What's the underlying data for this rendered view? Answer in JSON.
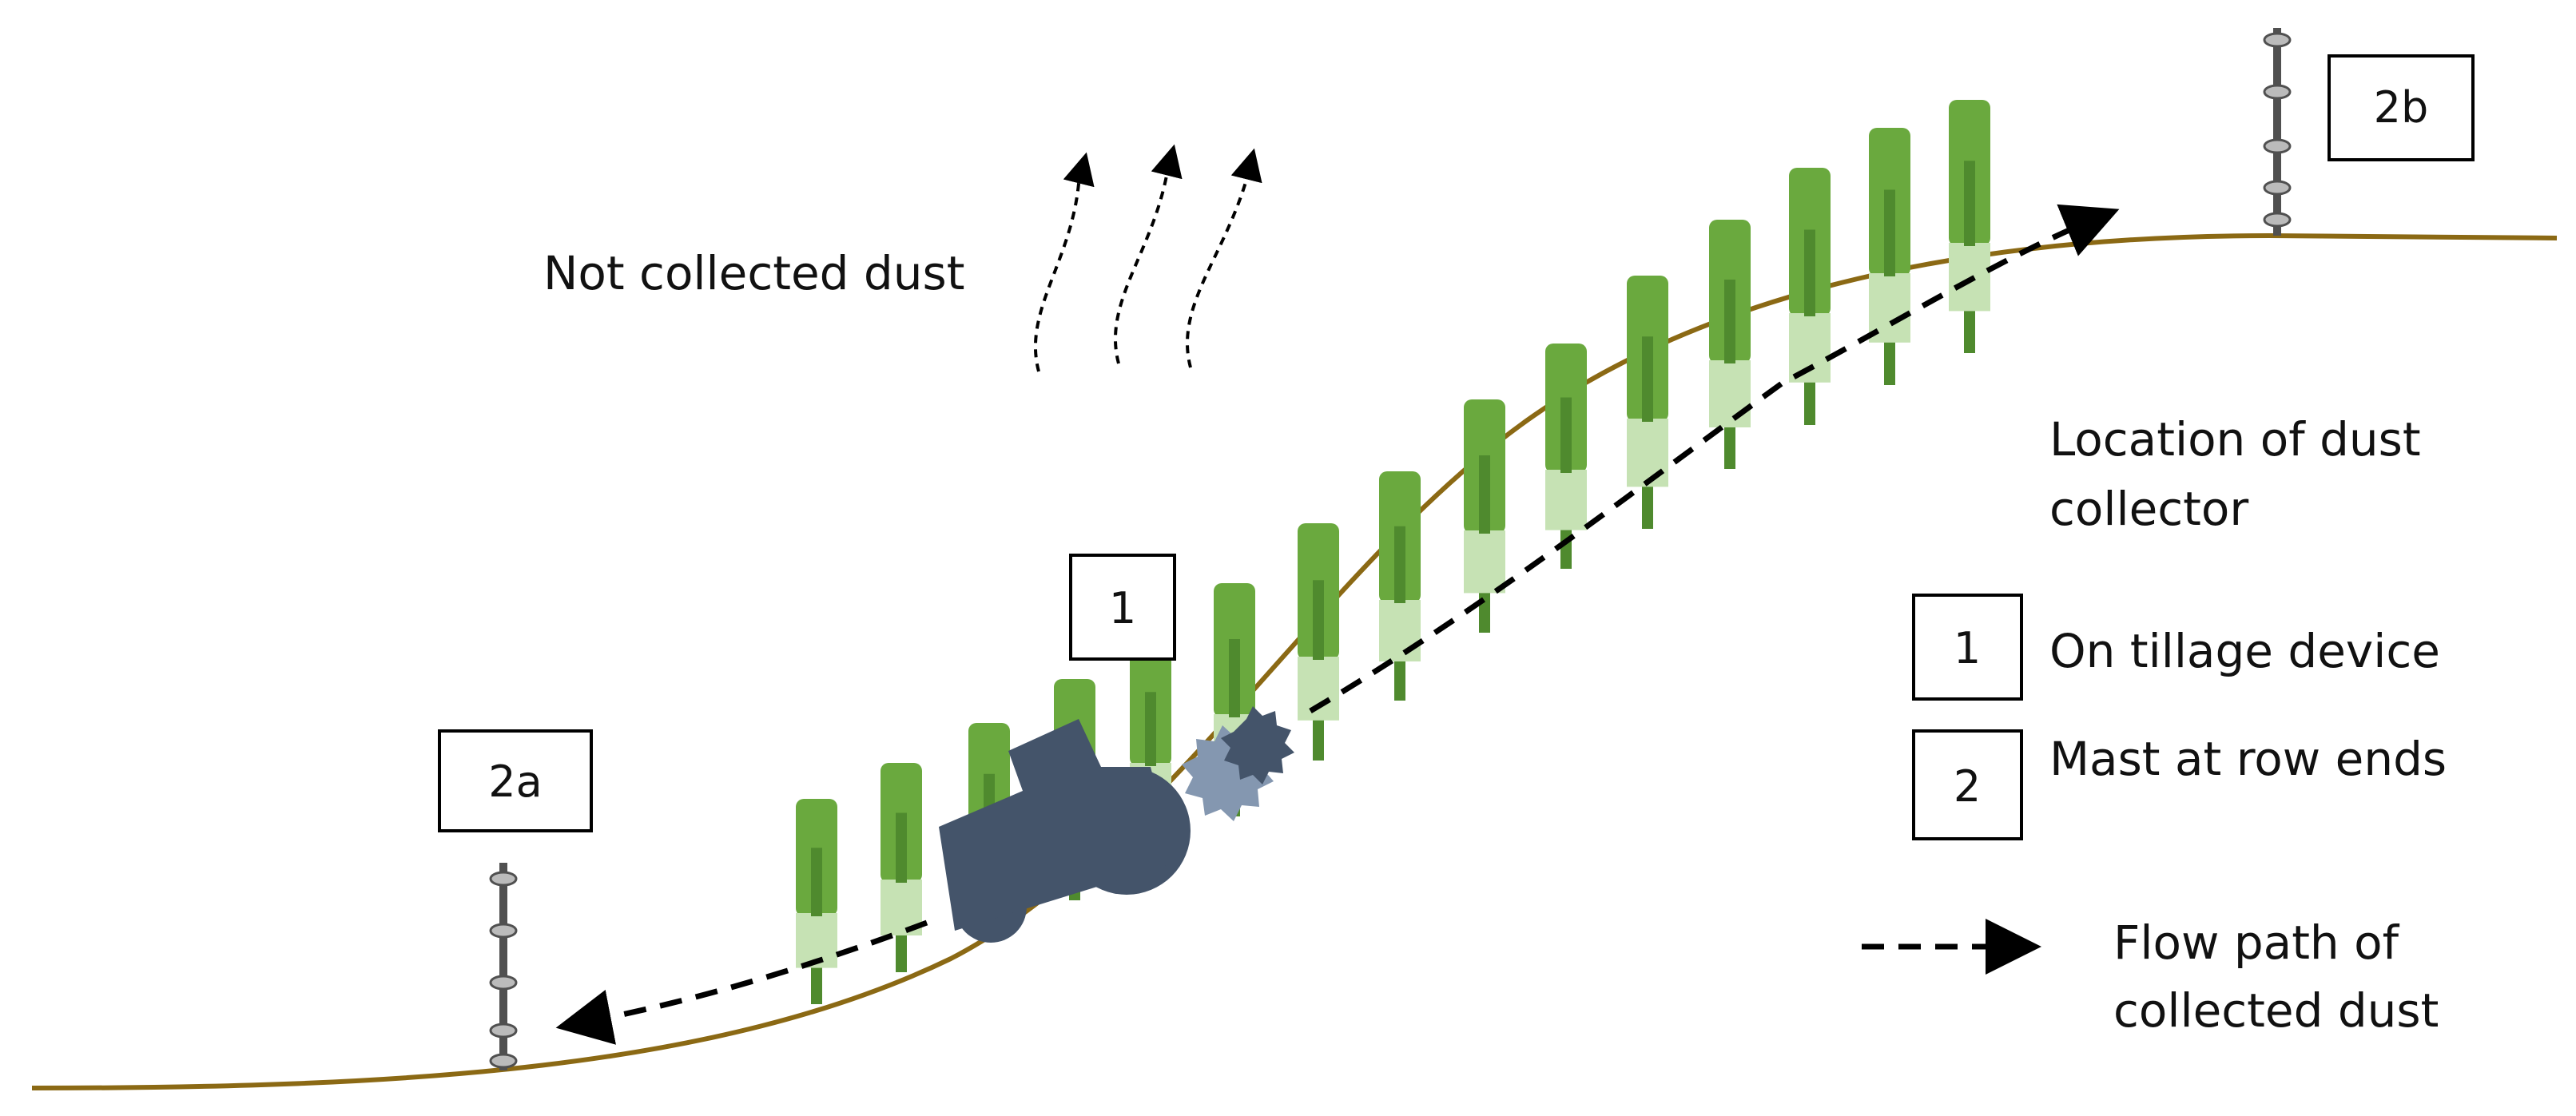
{
  "labels": {
    "not_collected": "Not collected dust",
    "location_title_line1": "Location of dust",
    "location_title_line2": "collector",
    "legend_1_text": "On tillage device",
    "legend_2_text": "Mast at row ends",
    "flow_line1": "Flow path of",
    "flow_line2": "collected dust"
  },
  "boxes": {
    "box_1": "1",
    "box_2a": "2a",
    "box_2b": "2b",
    "legend_1": "1",
    "legend_2": "2"
  },
  "colors": {
    "ground": "#8B6914",
    "plant_dark": "#6aa93e",
    "plant_light": "#c6e2b4",
    "plant_core": "#4f8a2e",
    "tractor": "#44546a",
    "rotor": "#8497b0",
    "mast": "#505050",
    "arrow": "#000000"
  },
  "icons": {
    "tractor": "tractor-icon",
    "mast": "mast-icon",
    "plant": "vine-row-icon",
    "rising_dust": "rising-dust-arrow-icon"
  }
}
